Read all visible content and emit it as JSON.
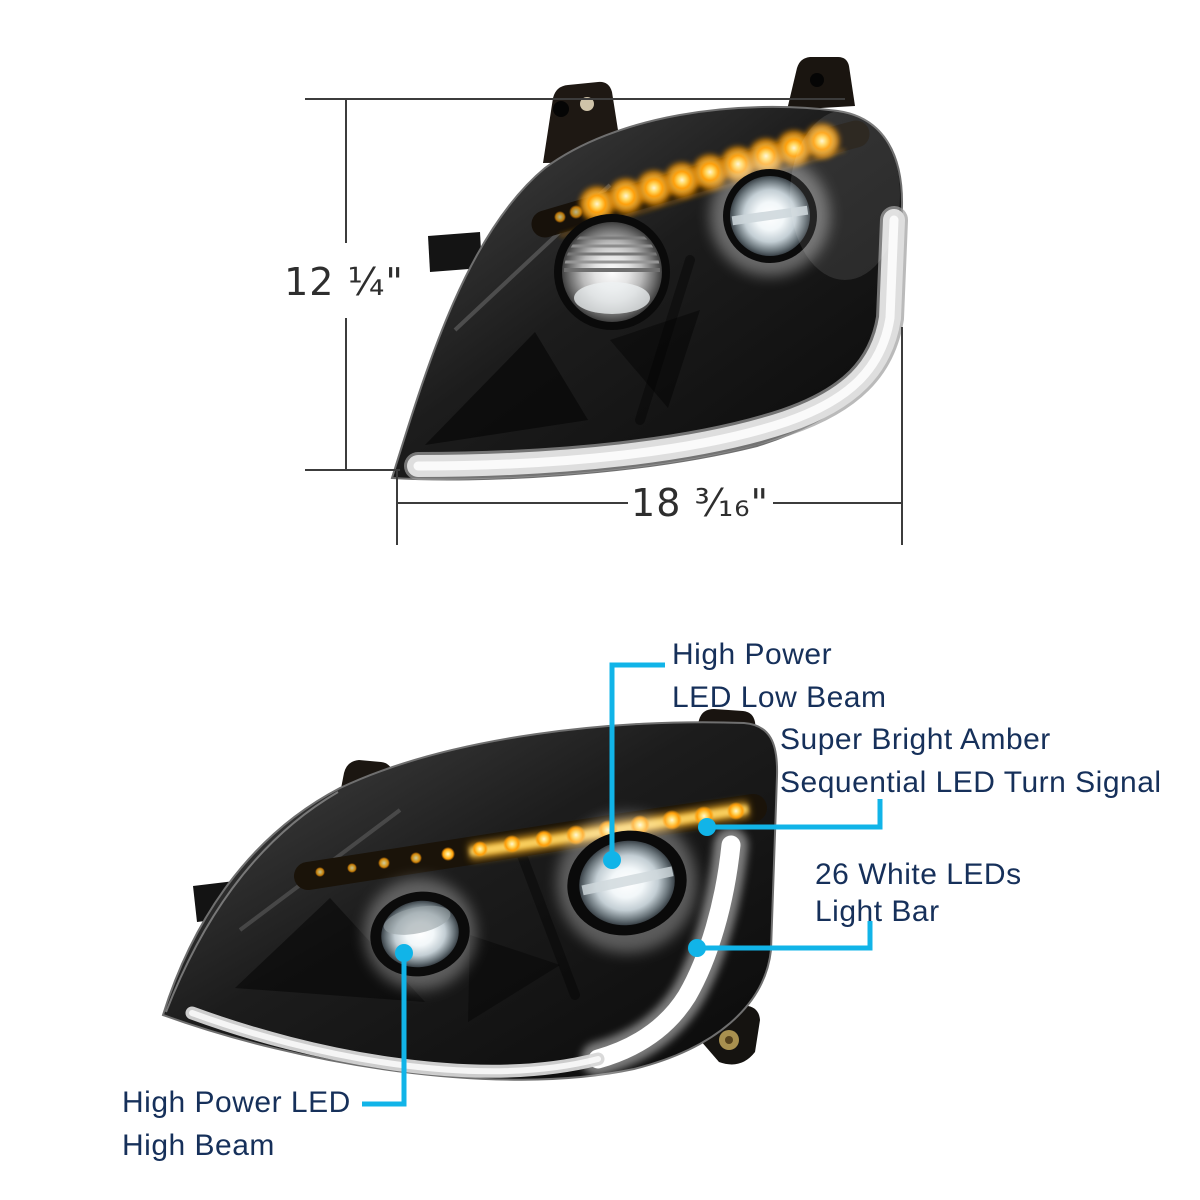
{
  "colors": {
    "background": "#ffffff",
    "callout_line": "#11b4e8",
    "callout_text": "#16305a",
    "dimension_line": "#3c3c3c",
    "dimension_text": "#2e2e2e",
    "amber_led": "#ffa50f",
    "white_led": "#ffffff",
    "housing_black": "#161616",
    "chrome_trim": "#e8e8e8"
  },
  "dimension_view": {
    "height_label": "12 ¼\"",
    "width_label": "18 ³⁄₁₆\""
  },
  "callouts": {
    "low_beam": {
      "line1": "High Power",
      "line2": "LED Low Beam"
    },
    "turn_signal": {
      "line1": "Super Bright Amber",
      "line2": "Sequential LED Turn Signal"
    },
    "light_bar": {
      "line1": "26 White LEDs",
      "line2": "Light Bar"
    },
    "high_beam": {
      "line1": "High Power LED",
      "line2": "High Beam"
    }
  }
}
